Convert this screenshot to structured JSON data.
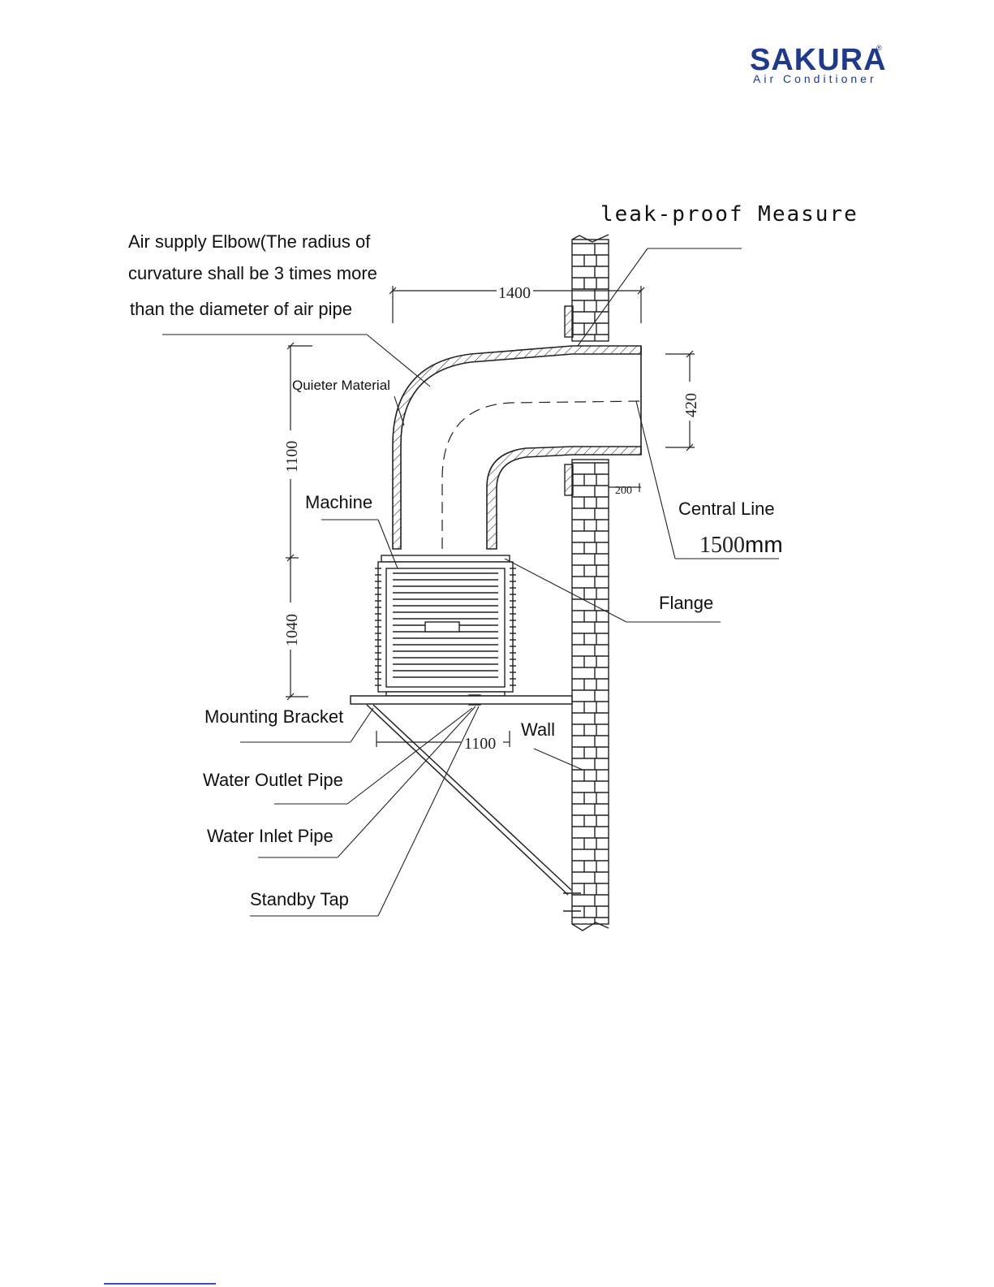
{
  "logo": {
    "brand": "SAKURA",
    "registered": "®",
    "subtitle": "Air Conditioner",
    "color": "#1f3a8a"
  },
  "diagram": {
    "labels": {
      "leak_proof": "leak-proof Measure",
      "elbow_line1": "Air supply Elbow(The radius of",
      "elbow_line2": "curvature shall be 3 times more",
      "elbow_line3": "than the diameter of air pipe",
      "quieter_material": "Quieter Material",
      "machine": "Machine",
      "central_line": "Central Line",
      "central_line_value": "1500",
      "central_line_unit": "mm",
      "flange": "Flange",
      "mounting_bracket": "Mounting Bracket",
      "wall": "Wall",
      "water_outlet_pipe": "Water Outlet Pipe",
      "water_inlet_pipe": "Water Inlet Pipe",
      "standby_tap": "Standby Tap"
    },
    "dimensions": {
      "duct_length": "1400",
      "duct_height": "420",
      "elbow_height": "1100",
      "machine_height": "1040",
      "bracket_length": "1100",
      "wall_gap": "200"
    }
  }
}
